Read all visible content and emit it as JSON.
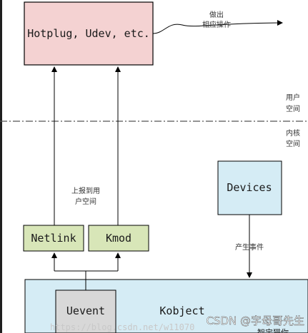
{
  "colors": {
    "hotplug_fill": "#f4d2d2",
    "device_fill": "#d5ecf5",
    "kobject_fill": "#d5ecf5",
    "green_fill": "#d8e6b8",
    "uevent_fill": "#d8d8d8",
    "line": "#000000",
    "dashed_line": "#555555"
  },
  "boxes": {
    "hotplug": "Hotplug, Udev, etc.",
    "devices": "Devices",
    "netlink": "Netlink",
    "kmod": "Kmod",
    "kobject": "Kobject",
    "uevent": "Uevent"
  },
  "notes": {
    "action_line1": "做出",
    "action_line2": "相应操作",
    "user_space_line1": "用户",
    "user_space_line2": "空间",
    "kernel_space_line1": "内核",
    "kernel_space_line2": "空间",
    "report_line1": "上报到用",
    "report_line2": "户空间",
    "event_label": "产生事件"
  },
  "watermarks": {
    "url_text": "https://blog.csdn.net/w11070",
    "csdn_mark": "CSDN @字母哥先生",
    "clipped_text": "智宝猫你"
  }
}
